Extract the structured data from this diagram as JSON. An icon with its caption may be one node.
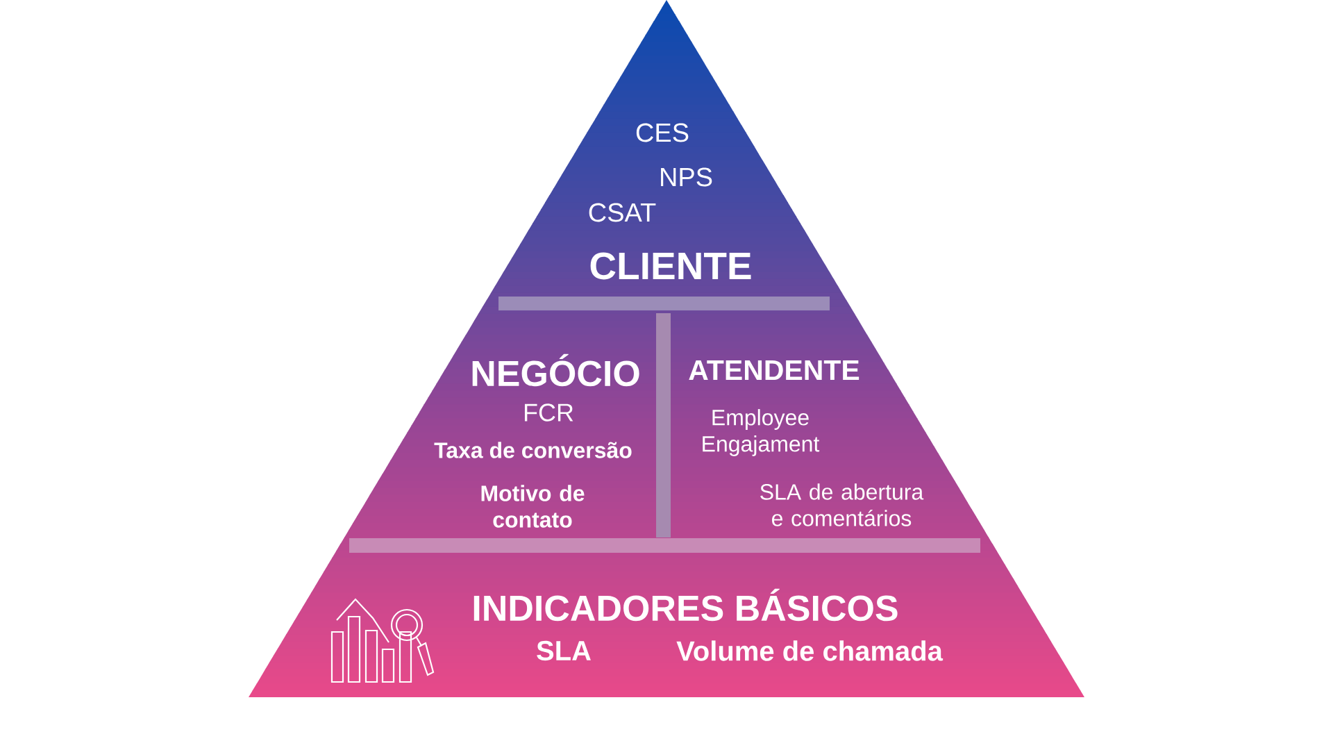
{
  "diagram": {
    "labels": [
      "CES",
      "NPS",
      "CSAT",
      "CLIENTE",
      "NEGÓCIO",
      "ATENDENTE",
      "FCR",
      "Employee Engajament",
      "Taxa de conversão",
      "Motivo de contato",
      "SLA de abertura e comentários",
      "INDICADORES BÁSICOS",
      "SLA",
      "Volume de chamada"
    ]
  }
}
